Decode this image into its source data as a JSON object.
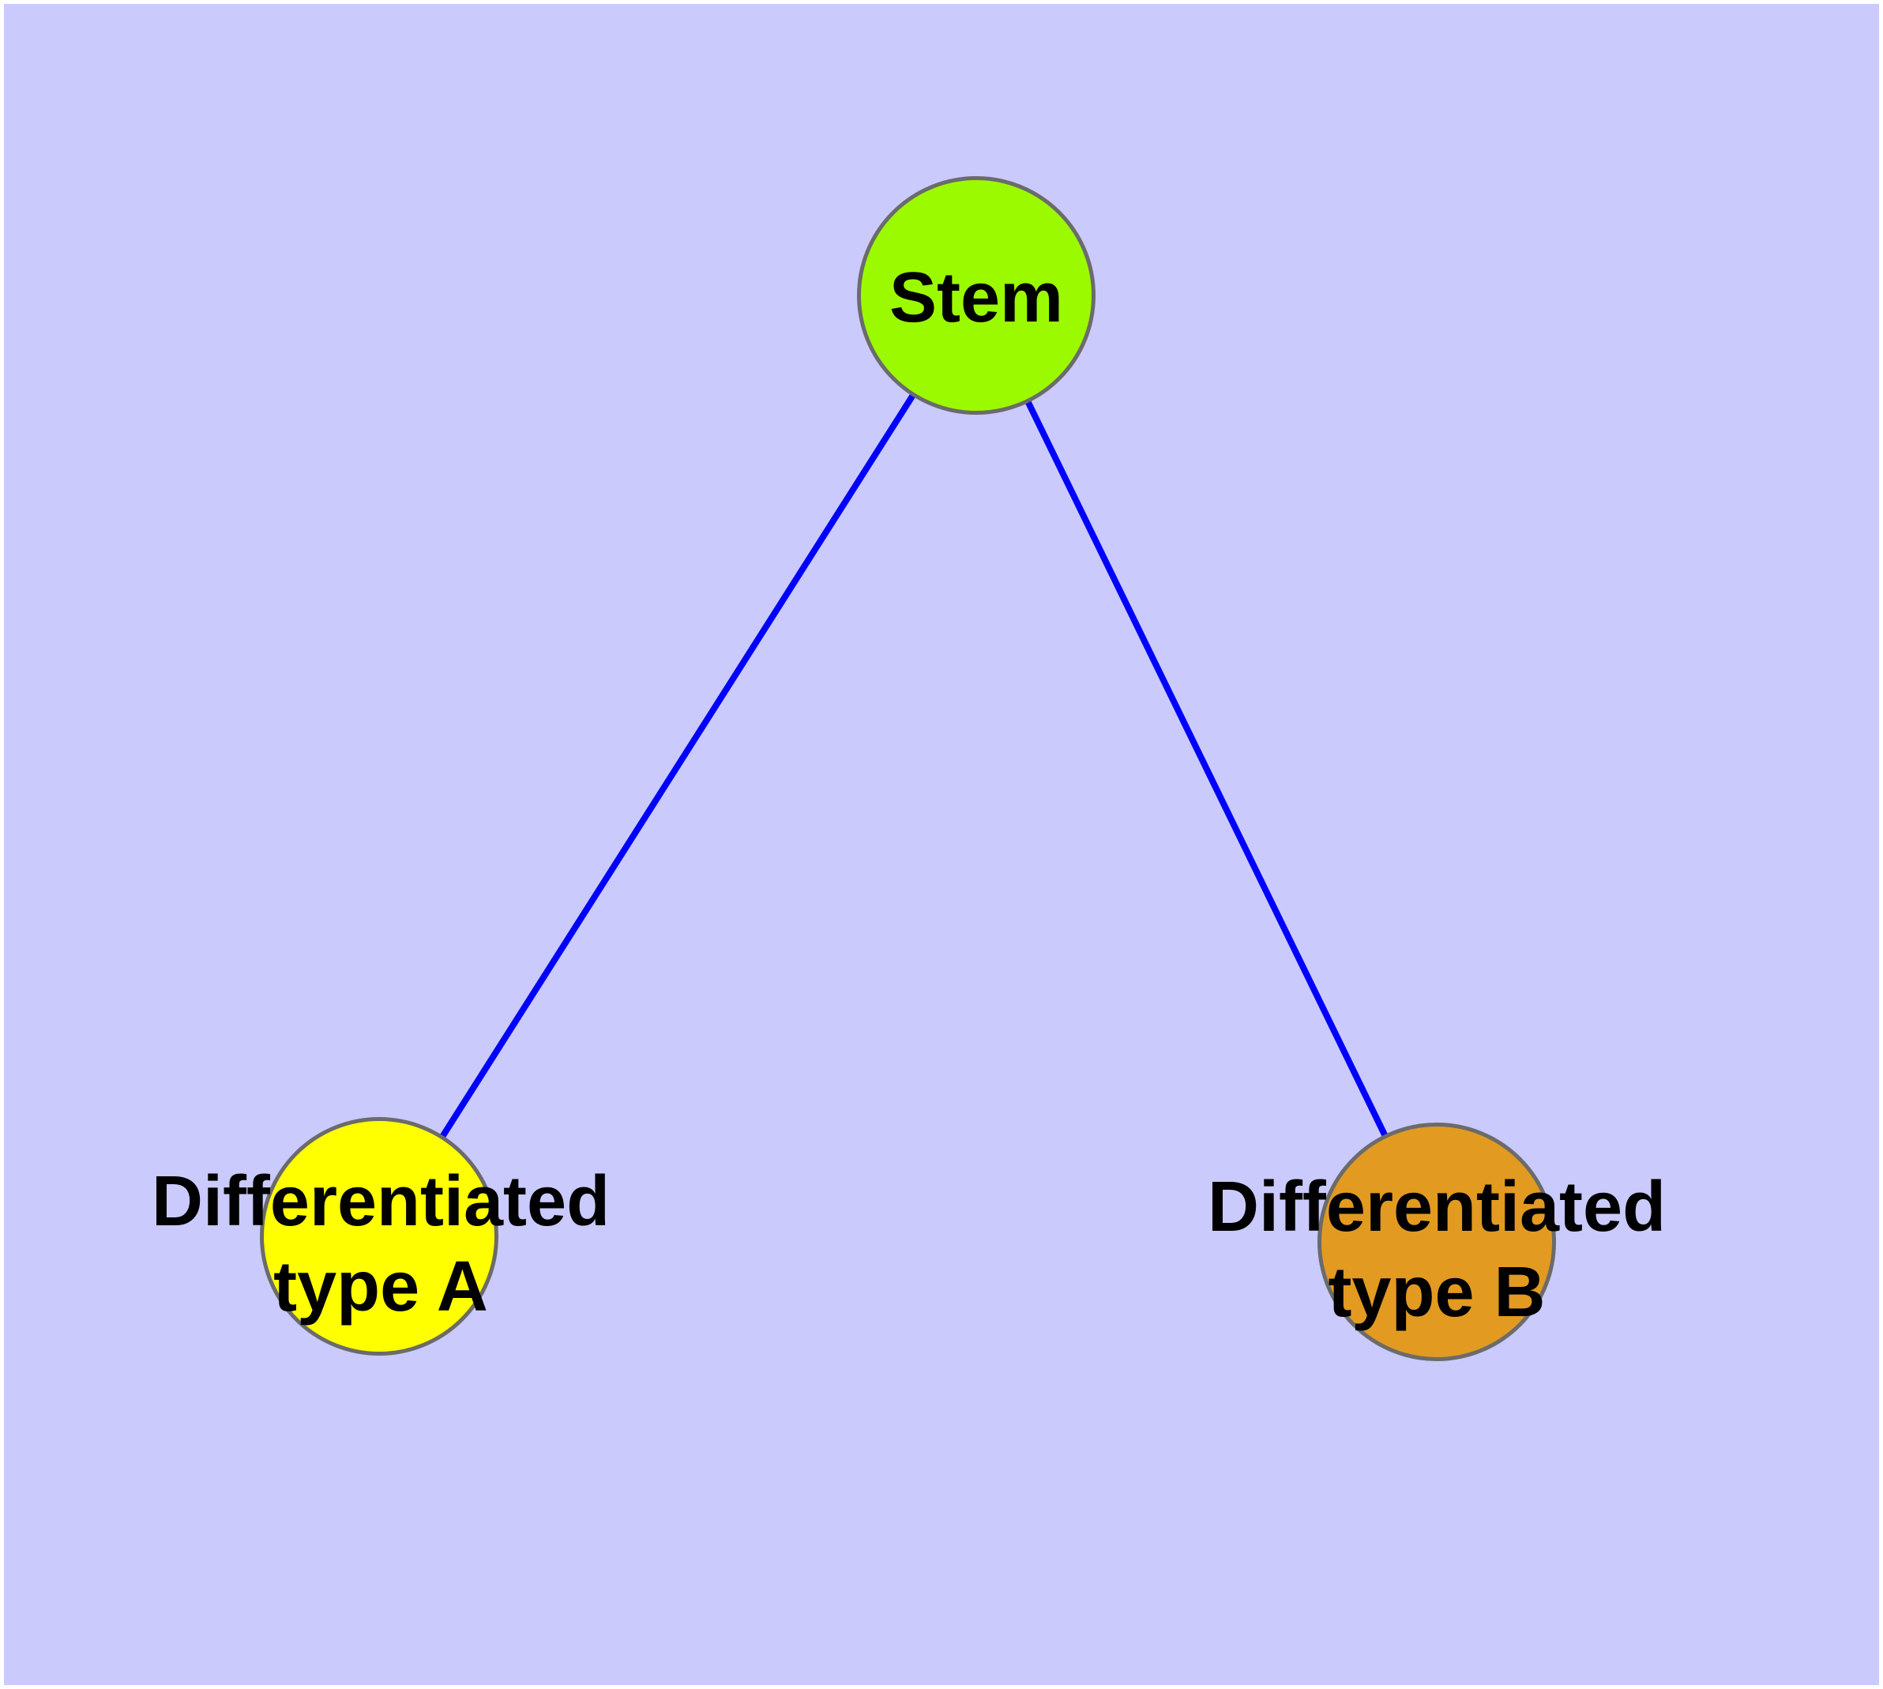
{
  "diagram": {
    "type": "node-link-graph",
    "background_color": "#CACAFC",
    "frame_color": "#FFFFFF",
    "edge_color": "#0000FF",
    "node_border_color": "#6B6B6B",
    "text_color": "#000000",
    "nodes": [
      {
        "id": "stem",
        "label": "Stem",
        "lines": [
          "Stem"
        ],
        "fill": "#9BFA00"
      },
      {
        "id": "type-a",
        "label": "Differentiated type A",
        "lines": [
          "Differentiated",
          "type A"
        ],
        "fill": "#FFFF00"
      },
      {
        "id": "type-b",
        "label": "Differentiated type B",
        "lines": [
          "Differentiated",
          "type B"
        ],
        "fill": "#E29A21"
      }
    ],
    "edges": [
      {
        "from": "Stem",
        "to": "Differentiated type A"
      },
      {
        "from": "Stem",
        "to": "Differentiated type B"
      }
    ]
  }
}
